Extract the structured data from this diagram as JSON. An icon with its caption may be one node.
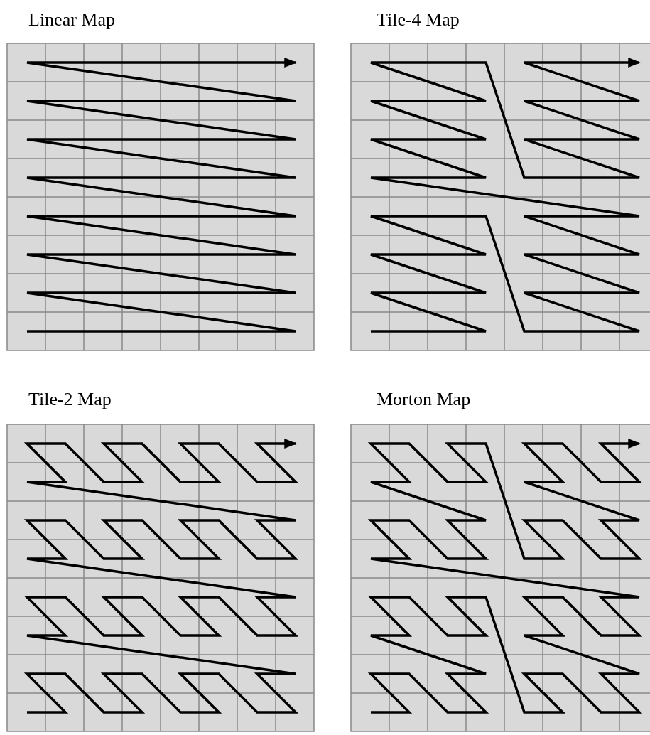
{
  "diagram": {
    "labels": [
      "Linear Map",
      "Tile-4 Map",
      "Tile-2 Map",
      "Morton Map"
    ]
  }
}
